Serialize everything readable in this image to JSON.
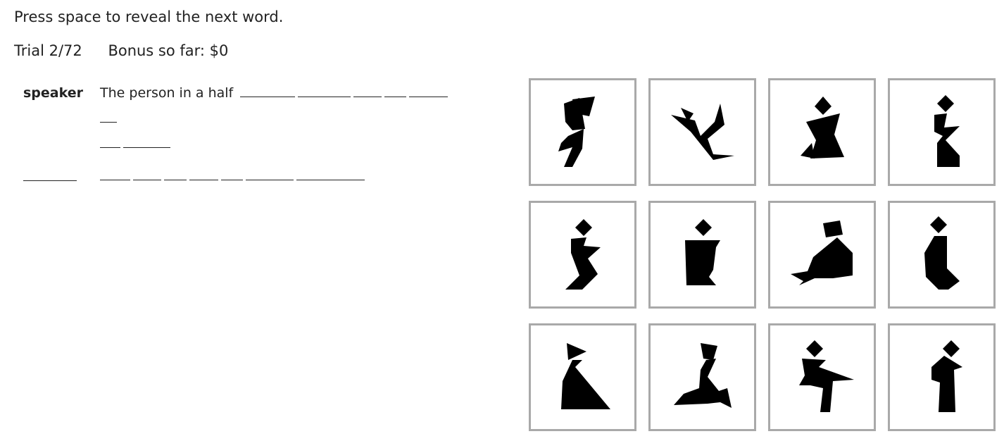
{
  "instruction": "Press space to reveal the next word.",
  "status": {
    "trial": "Trial 2/72",
    "bonus": "Bonus so far: $0"
  },
  "transcript": {
    "speaker_label": "speaker",
    "speaker_text": "The person in a half"
  },
  "tangrams": [
    {
      "icon": "tangram-figure-1-icon"
    },
    {
      "icon": "tangram-figure-2-icon"
    },
    {
      "icon": "tangram-figure-3-icon"
    },
    {
      "icon": "tangram-figure-4-icon"
    },
    {
      "icon": "tangram-figure-5-icon"
    },
    {
      "icon": "tangram-figure-6-icon"
    },
    {
      "icon": "tangram-figure-7-icon"
    },
    {
      "icon": "tangram-figure-8-icon"
    },
    {
      "icon": "tangram-figure-9-icon"
    },
    {
      "icon": "tangram-figure-10-icon"
    },
    {
      "icon": "tangram-figure-11-icon"
    },
    {
      "icon": "tangram-figure-12-icon"
    }
  ]
}
